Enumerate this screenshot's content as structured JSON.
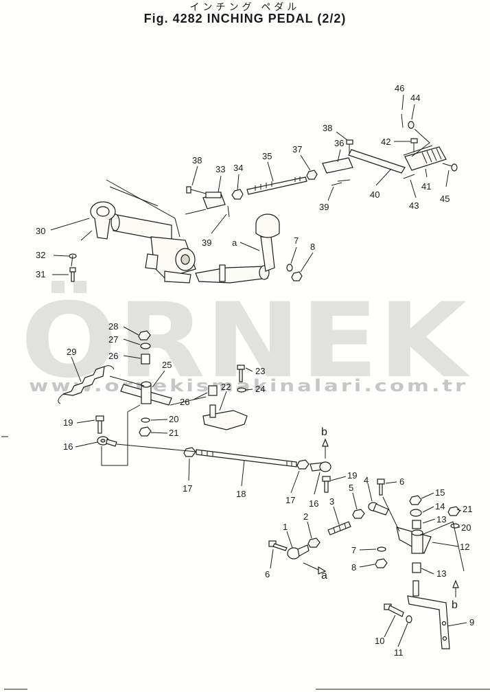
{
  "title_jp": "インチング ペダル",
  "title_en": "Fig. 4282 INCHING PEDAL (2/2)",
  "watermark": {
    "brand": "ÖRNEK",
    "url": "www.ornekismakinalari.com.tr",
    "accent": "#f2c94c"
  },
  "callouts": {
    "c46": "46",
    "c44": "44",
    "c38a": "38",
    "c42": "42",
    "c36": "36",
    "c37": "37",
    "c35": "35",
    "c34": "34",
    "c33": "33",
    "c38b": "38",
    "c41": "41",
    "c40": "40",
    "c43": "43",
    "c45": "45",
    "c39a": "39",
    "c39b": "39",
    "c30": "30",
    "c32": "32",
    "c31": "31",
    "ca1": "a",
    "c7a": "7",
    "c8a": "8",
    "c28": "28",
    "c27": "27",
    "c26a": "26",
    "c29": "29",
    "c25": "25",
    "c23": "23",
    "c22": "22",
    "c26b": "26",
    "c24": "24",
    "c20a": "20",
    "c21a": "21",
    "c19a": "19",
    "c16a": "16",
    "c17a": "17",
    "c18": "18",
    "c17b": "17",
    "c16b": "16",
    "c19b": "19",
    "cb1": "b",
    "c4": "4",
    "c6a": "6",
    "c5": "5",
    "c3": "3",
    "c15": "15",
    "c14": "14",
    "c13a": "13",
    "c21b": "21",
    "c20b": "20",
    "c2": "2",
    "c1": "1",
    "c12": "12",
    "c7b": "7",
    "c8b": "8",
    "c13b": "13",
    "c6b": "6",
    "ca2": "a",
    "cb2": "b",
    "c10": "10",
    "c11": "11",
    "c9": "9"
  }
}
